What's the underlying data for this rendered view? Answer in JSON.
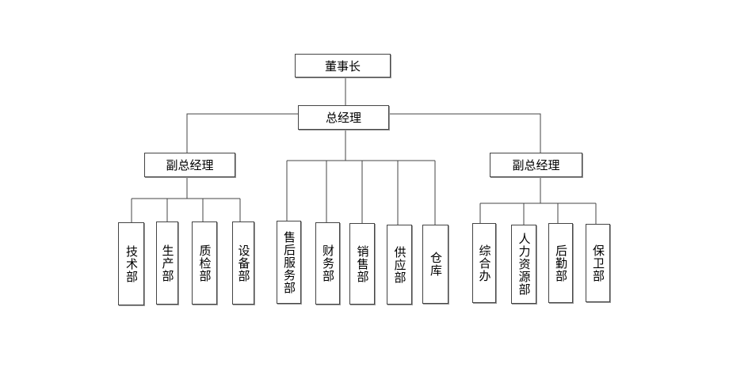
{
  "root": "董事长",
  "ceo": "总经理",
  "left_vp": {
    "label": "副总经理",
    "departments": [
      "技术部",
      "生产部",
      "质检部",
      "设备部"
    ]
  },
  "center_departments": [
    "售后服务部",
    "财务部",
    "销售部",
    "供应部",
    "仓库"
  ],
  "right_vp": {
    "label": "副总经理",
    "departments": [
      "综合办",
      "人力资源部",
      "后勤部",
      "保卫部"
    ]
  }
}
